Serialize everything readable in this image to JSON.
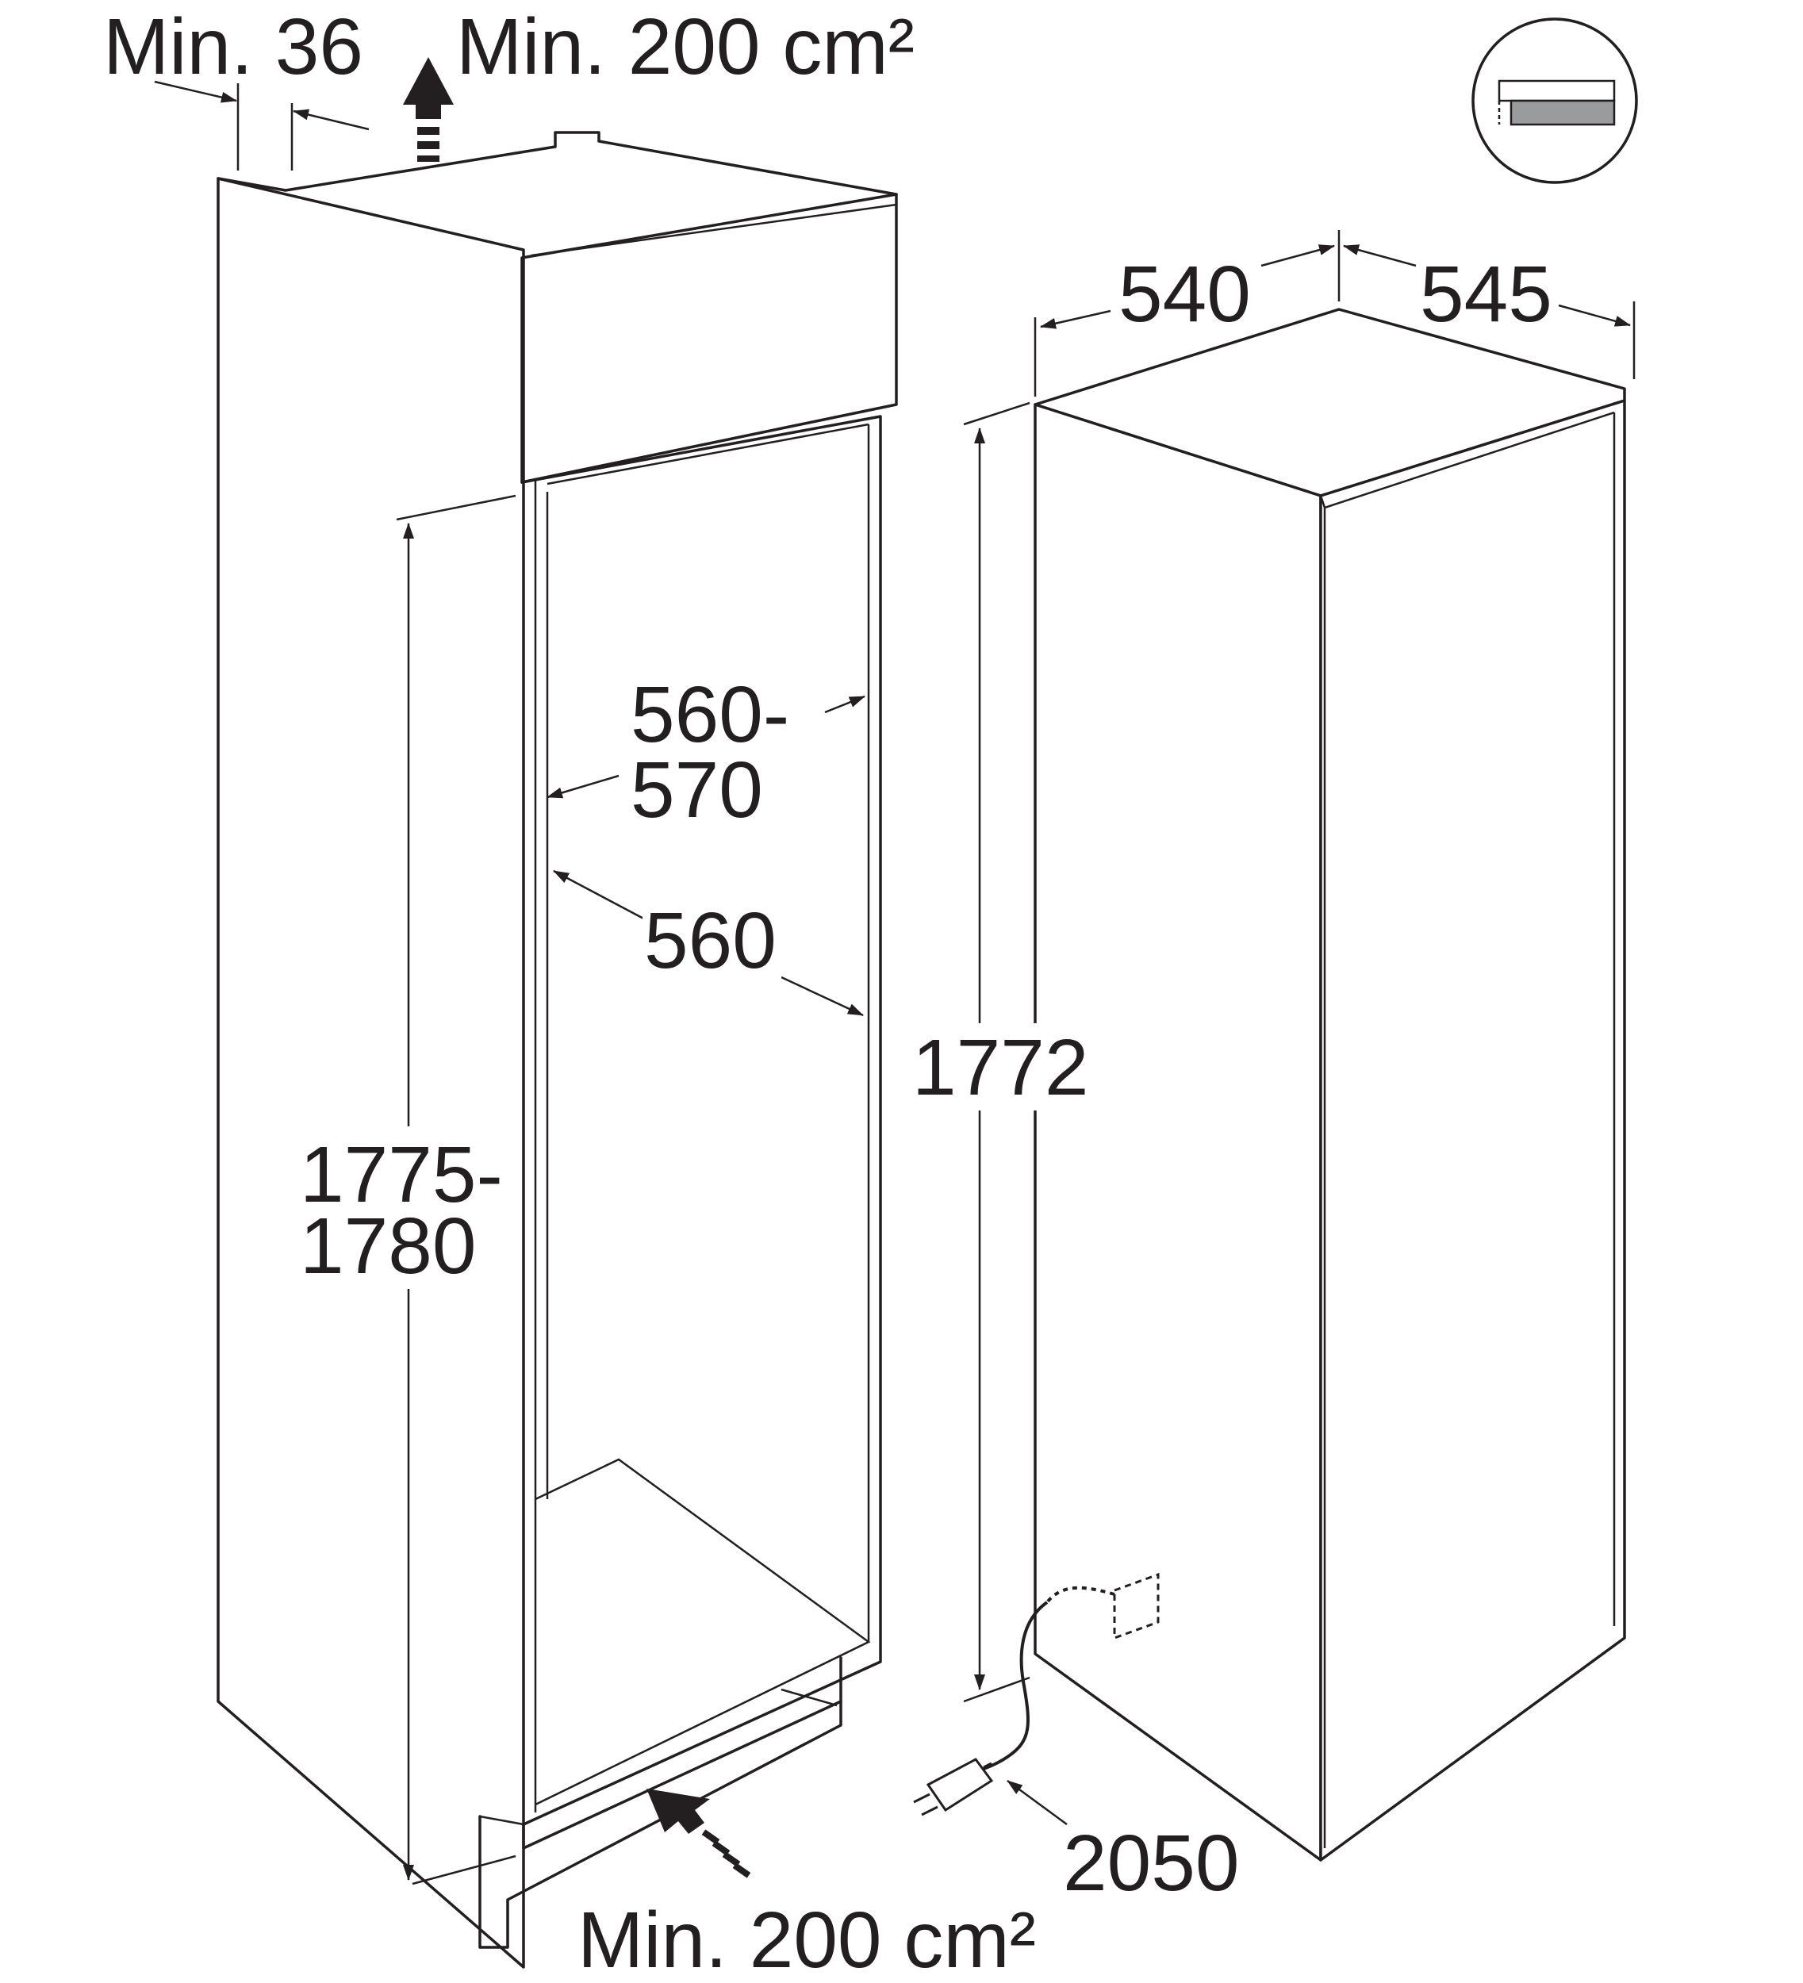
{
  "labels": {
    "top_gap": "Min. 36",
    "top_vent": "Min. 200 cm²",
    "bottom_vent": "Min. 200 cm²",
    "niche_height_line1": "1775-",
    "niche_height_line2": "1780",
    "niche_width_line1": "560-",
    "niche_width_line2": "570",
    "niche_depth": "560",
    "appliance_height": "1772",
    "appliance_width": "540",
    "appliance_depth": "545",
    "cable_length": "2050"
  },
  "colors": {
    "line": "#231f20",
    "panel_fill": "#e6e6e7",
    "badge_bar": "#9a9b9d"
  },
  "icons": {
    "vent_arrow": "up-arrow-icon",
    "cable_plug": "power-plug-icon",
    "corner_badge": "flush-mount-icon"
  }
}
